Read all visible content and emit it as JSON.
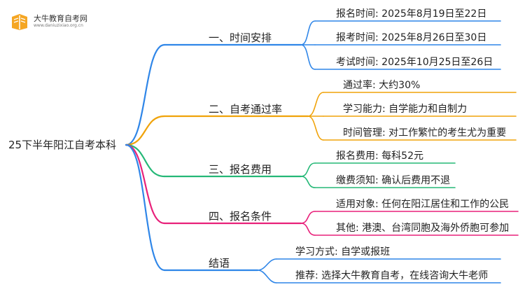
{
  "logo": {
    "title": "大牛教育自考网",
    "url": "www.daniuzixiao.org.cn"
  },
  "root": "25下半年阳江自考本科",
  "colors": {
    "blue": "#2f86e8",
    "orange": "#f0a30a",
    "green": "#25b877",
    "pink": "#e8217a"
  },
  "branches": [
    {
      "label": "一、时间安排",
      "color": "blue",
      "leaves": [
        "报名时间: 2025年8月19日至22日",
        "报考时间: 2025年8月26日至30日",
        "考试时间: 2025年10月25日至26日"
      ]
    },
    {
      "label": "二、自考通过率",
      "color": "orange",
      "leaves": [
        "通过率: 大约30%",
        "学习能力: 自学能力和自制力",
        "时间管理: 对工作繁忙的考生尤为重要"
      ]
    },
    {
      "label": "三、报名费用",
      "color": "green",
      "leaves": [
        "报名费用: 每科52元",
        "缴费须知: 确认后费用不退"
      ]
    },
    {
      "label": "四、报名条件",
      "color": "pink",
      "leaves": [
        "适用对象: 任何在阳江居住和工作的公民",
        "其他: 港澳、台湾同胞及海外侨胞可参加"
      ]
    },
    {
      "label": "结语",
      "color": "blue",
      "leaves": [
        "学习方式: 自学或报班",
        "推荐: 选择大牛教育自考，在线咨询大牛老师"
      ]
    }
  ]
}
